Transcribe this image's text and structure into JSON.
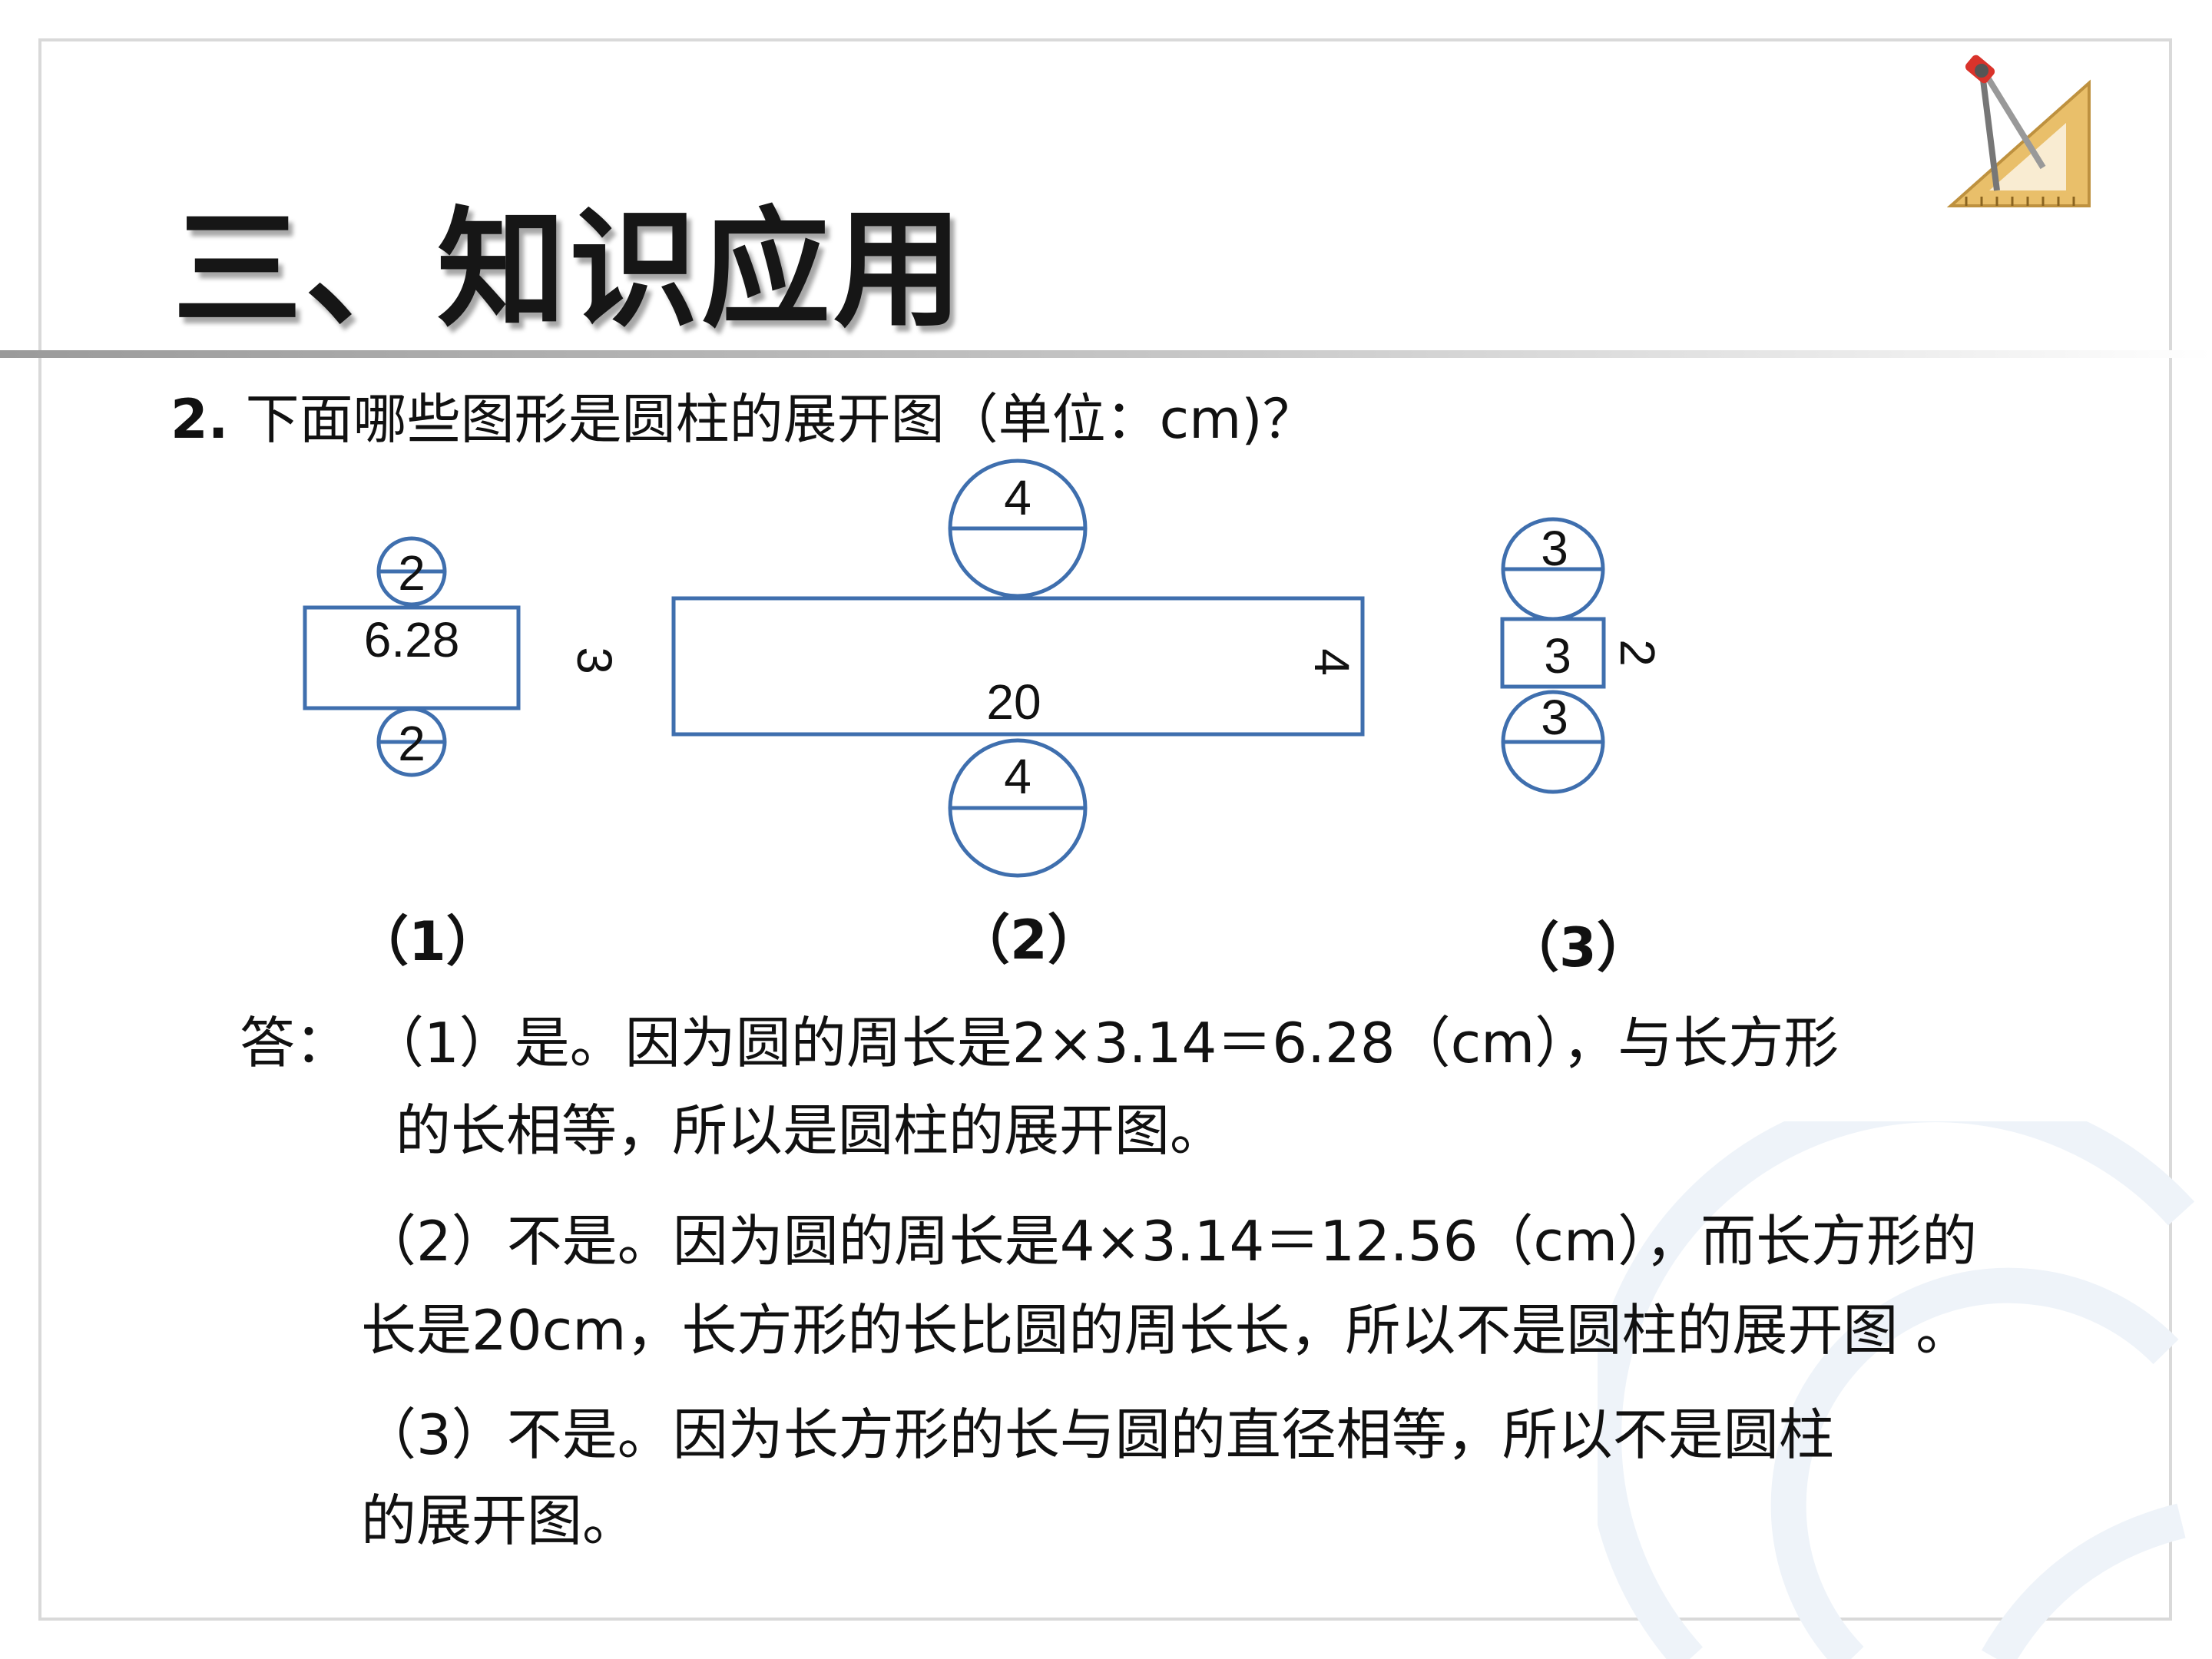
{
  "title": "三、知识应用",
  "question": {
    "number": "2.",
    "text": "下面哪些图形是圆柱的展开图（单位：cm)？"
  },
  "figures": [
    {
      "label": "（1）",
      "circle_top_value": "2",
      "circle_bottom_value": "2",
      "rect_width_value": "6.28",
      "rect_height_value": "3"
    },
    {
      "label": "（2）",
      "circle_top_value": "4",
      "circle_bottom_value": "4",
      "rect_width_value": "20",
      "rect_height_value": "4"
    },
    {
      "label": "（3）",
      "circle_top_value": "3",
      "circle_bottom_value": "3",
      "rect_width_value": "3",
      "rect_height_value": "2"
    }
  ],
  "answer": {
    "prefix": "答：",
    "a1_line1": "（1）是。因为圆的周长是2×3.14＝6.28（cm），与长方形",
    "a1_line2": "的长相等，所以是圆柱的展开图。",
    "a2_line1": "（2）不是。因为圆的周长是4×3.14＝12.56（cm），而长方形的",
    "a2_line2": "长是20cm，长方形的长比圆的周长长，所以不是圆柱的展开图 。",
    "a3_line1": "（3）不是。因为长方形的长与圆的直径相等，所以不是圆柱",
    "a3_line2": "的展开图。"
  },
  "colors": {
    "shape_stroke": "#3f6fae",
    "title_text": "#161616",
    "watermark": "#eef3f9"
  },
  "icons": {
    "top_right": "drafting-tools-icon",
    "background": "logo-watermark"
  }
}
